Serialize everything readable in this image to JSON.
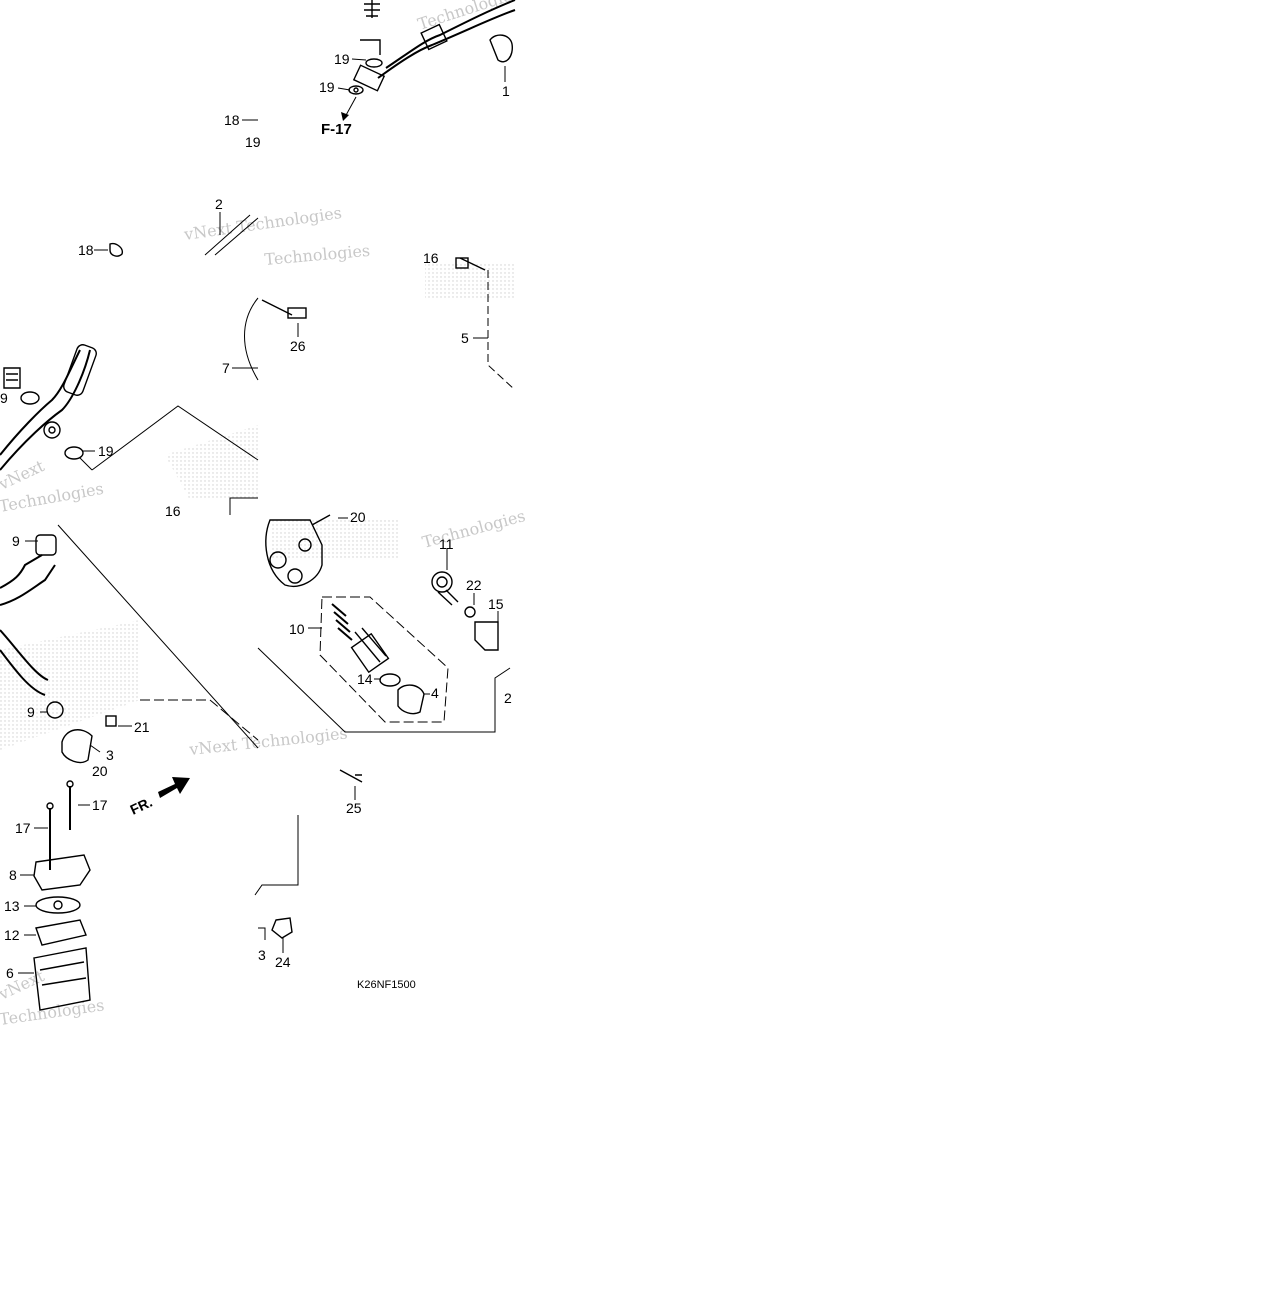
{
  "diagram": {
    "code": "K26NF1500",
    "ref_page": "F-17",
    "front_label": "FR.",
    "watermarks": [
      "Technologies",
      "vNext Technologies",
      "vNext",
      "Technologies",
      "Technologies",
      "vNext Technologies",
      "Technologies",
      "vNext",
      "Technologies"
    ],
    "callouts": {
      "c1": "19",
      "c2": "19",
      "c3": "1",
      "c4": "18",
      "c5": "19",
      "c6": "2",
      "c7": "18",
      "c8": "16",
      "c9": "26",
      "c10": "5",
      "c11": "7",
      "c12": "9",
      "c13": "19",
      "c14": "16",
      "c15": "9",
      "c16": "20",
      "c17": "11",
      "c18": "22",
      "c19": "15",
      "c20": "10",
      "c21": "14",
      "c22": "4",
      "c23": "2",
      "c24": "9",
      "c25": "21",
      "c26": "3",
      "c27": "20",
      "c28": "25",
      "c29": "17",
      "c30": "17",
      "c31": "8",
      "c32": "13",
      "c33": "12",
      "c34": "6",
      "c35": "3",
      "c36": "24"
    }
  }
}
